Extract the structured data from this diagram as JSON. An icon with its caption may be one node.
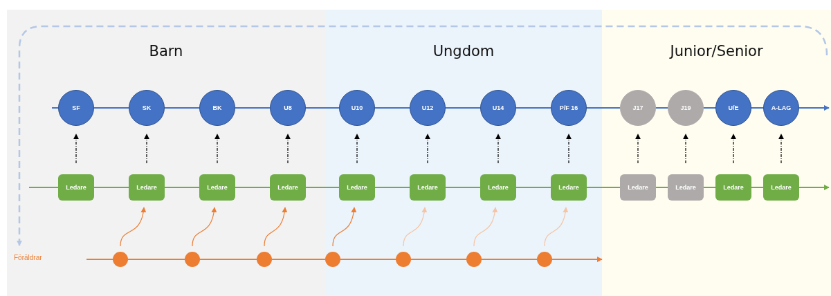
{
  "diagram": {
    "nodes": [
      {
        "text": [
          "Barn"
        ]
      },
      {
        "text": [
          "Ungdom"
        ]
      },
      {
        "text": [
          "Junior/Senior"
        ]
      },
      {
        "text": [
          "SF"
        ],
        "in": 0
      },
      {
        "text": [
          "SK"
        ],
        "in": 0
      },
      {
        "text": [
          "BK"
        ],
        "in": 0
      },
      {
        "text": [
          "U8"
        ],
        "in": 0
      },
      {
        "text": [
          "U10"
        ],
        "in": 1
      },
      {
        "text": [
          "U12"
        ],
        "in": 1
      },
      {
        "text": [
          "U14"
        ],
        "in": 1
      },
      {
        "text": [
          "P/F 16"
        ],
        "in": 1
      },
      {
        "text": [
          "J17"
        ],
        "in": 2
      },
      {
        "text": [
          "J19"
        ],
        "in": 2
      },
      {
        "text": [
          "U/E"
        ],
        "in": 2
      },
      {
        "text": [
          "A-LAG"
        ],
        "in": 2
      },
      {
        "text": [
          "Ledare"
        ],
        "in": 0
      },
      {
        "text": [
          "Ledare"
        ],
        "in": 0
      },
      {
        "text": [
          "Ledare"
        ],
        "in": 0
      },
      {
        "text": [
          "Ledare"
        ],
        "in": 0
      },
      {
        "text": [
          "Ledare"
        ],
        "in": 1
      },
      {
        "text": [
          "Ledare"
        ],
        "in": 1
      },
      {
        "text": [
          "Ledare"
        ],
        "in": 1
      },
      {
        "text": [
          "Ledare"
        ],
        "in": 1
      },
      {
        "text": [
          "Ledare"
        ],
        "in": 2
      },
      {
        "text": [
          "Ledare"
        ],
        "in": 2
      },
      {
        "text": [
          "Ledare"
        ],
        "in": 2
      },
      {
        "text": [
          "Ledare"
        ],
        "in": 2
      },
      {
        "text": [],
        "shape": "circle",
        "in": 0
      },
      {
        "text": [],
        "shape": "circle",
        "in": 0
      },
      {
        "text": [],
        "shape": "circle",
        "in": 0
      },
      {
        "text": [],
        "shape": "circle",
        "in": 1
      },
      {
        "text": [],
        "shape": "circle",
        "in": 1
      },
      {
        "text": [],
        "shape": "circle",
        "in": 1
      },
      {
        "text": [],
        "shape": "circle",
        "in": 1
      }
    ],
    "edges": [
      {
        "from": null,
        "to": 3,
        "arrow": "none",
        "color": "#4472c4"
      },
      {
        "from": 3,
        "to": 4,
        "arrow": "none",
        "color": "#4472c4"
      },
      {
        "from": 4,
        "to": 5,
        "arrow": "none",
        "color": "#4472c4"
      },
      {
        "from": 5,
        "to": 6,
        "arrow": "none",
        "color": "#4472c4"
      },
      {
        "from": 6,
        "to": 7,
        "arrow": "none",
        "color": "#4472c4"
      },
      {
        "from": 7,
        "to": 8,
        "arrow": "none",
        "color": "#4472c4"
      },
      {
        "from": 8,
        "to": 9,
        "arrow": "none",
        "color": "#4472c4"
      },
      {
        "from": 9,
        "to": 10,
        "arrow": "none",
        "color": "#4472c4"
      },
      {
        "from": 10,
        "to": 11,
        "arrow": "none",
        "color": "#4472c4"
      },
      {
        "from": 11,
        "to": 12,
        "arrow": "none",
        "color": "#4472c4"
      },
      {
        "from": 12,
        "to": 13,
        "arrow": "none",
        "color": "#4472c4"
      },
      {
        "from": 13,
        "to": 14,
        "arrow": "none",
        "color": "#4472c4"
      },
      {
        "from": 14,
        "to": null,
        "arrow": "to",
        "color": "#4472c4"
      },
      {
        "from": null,
        "to": 15,
        "arrow": "none",
        "color": "#70ad47"
      },
      {
        "from": 15,
        "to": 16,
        "arrow": "none",
        "color": "#70ad47"
      },
      {
        "from": 16,
        "to": 17,
        "arrow": "none",
        "color": "#70ad47"
      },
      {
        "from": 17,
        "to": 18,
        "arrow": "none",
        "color": "#70ad47"
      },
      {
        "from": 18,
        "to": 19,
        "arrow": "none",
        "color": "#70ad47"
      },
      {
        "from": 19,
        "to": 20,
        "arrow": "none",
        "color": "#70ad47"
      },
      {
        "from": 20,
        "to": 21,
        "arrow": "none",
        "color": "#70ad47"
      },
      {
        "from": 21,
        "to": 22,
        "arrow": "none",
        "color": "#70ad47"
      },
      {
        "from": 22,
        "to": 23,
        "arrow": "none",
        "color": "#70ad47"
      },
      {
        "from": 23,
        "to": 24,
        "arrow": "none",
        "color": "#70ad47"
      },
      {
        "from": 24,
        "to": 25,
        "arrow": "none",
        "color": "#70ad47"
      },
      {
        "from": 25,
        "to": 26,
        "arrow": "none",
        "color": "#70ad47"
      },
      {
        "from": 26,
        "to": null,
        "arrow": "to",
        "color": "#70ad47"
      },
      {
        "from": 15,
        "to": 3,
        "arrow": "to",
        "style": "dashed",
        "color": "#000000"
      },
      {
        "from": 16,
        "to": 4,
        "arrow": "to",
        "style": "dashed",
        "color": "#000000"
      },
      {
        "from": 17,
        "to": 5,
        "arrow": "to",
        "style": "dashed",
        "color": "#000000"
      },
      {
        "from": 18,
        "to": 6,
        "arrow": "to",
        "style": "dashed",
        "color": "#000000"
      },
      {
        "from": 19,
        "to": 7,
        "arrow": "to",
        "style": "dashed",
        "color": "#000000"
      },
      {
        "from": 20,
        "to": 8,
        "arrow": "to",
        "style": "dashed",
        "color": "#000000"
      },
      {
        "from": 21,
        "to": 9,
        "arrow": "to",
        "style": "dashed",
        "color": "#000000"
      },
      {
        "from": 22,
        "to": 10,
        "arrow": "to",
        "style": "dashed",
        "color": "#000000"
      },
      {
        "from": 23,
        "to": 11,
        "arrow": "to",
        "style": "dashed",
        "color": "#000000"
      },
      {
        "from": 24,
        "to": 12,
        "arrow": "to",
        "style": "dashed",
        "color": "#000000"
      },
      {
        "from": 25,
        "to": 13,
        "arrow": "to",
        "style": "dashed",
        "color": "#000000"
      },
      {
        "from": 26,
        "to": 14,
        "arrow": "to",
        "style": "dashed",
        "color": "#000000"
      },
      {
        "from": null,
        "to": 27,
        "arrow": "none",
        "color": "#ed7d31"
      },
      {
        "from": 27,
        "to": 28,
        "arrow": "none",
        "color": "#ed7d31"
      },
      {
        "from": 28,
        "to": 29,
        "arrow": "none",
        "color": "#ed7d31"
      },
      {
        "from": 29,
        "to": 30,
        "arrow": "none",
        "color": "#ed7d31"
      },
      {
        "from": 30,
        "to": 31,
        "arrow": "none",
        "color": "#ed7d31"
      },
      {
        "from": 31,
        "to": 32,
        "arrow": "none",
        "color": "#ed7d31"
      },
      {
        "from": 32,
        "to": 33,
        "arrow": "none",
        "color": "#ed7d31"
      },
      {
        "from": 33,
        "to": 2,
        "arrow": "to",
        "color": "#ed7d31"
      },
      {
        "from": 27,
        "to": 16,
        "arrow": "to",
        "color": "#ed7d31"
      },
      {
        "from": 28,
        "to": 17,
        "arrow": "to",
        "color": "#ed7d31"
      },
      {
        "from": 29,
        "to": 18,
        "arrow": "to",
        "color": "#ed7d31"
      },
      {
        "from": 30,
        "to": 19,
        "arrow": "to",
        "color": "#ed7d31"
      },
      {
        "from": 31,
        "to": 20,
        "arrow": "to",
        "color": "#f6c4a3"
      },
      {
        "from": 32,
        "to": 21,
        "arrow": "to",
        "color": "#f6c4a3"
      },
      {
        "from": 33,
        "to": 22,
        "arrow": "to",
        "color": "#f6c4a3"
      },
      {
        "from": 2,
        "to": 0,
        "arrow": "to",
        "style": "dashed",
        "color": "#b4c7e7"
      }
    ],
    "labels": [
      "Föräldrar"
    ]
  }
}
